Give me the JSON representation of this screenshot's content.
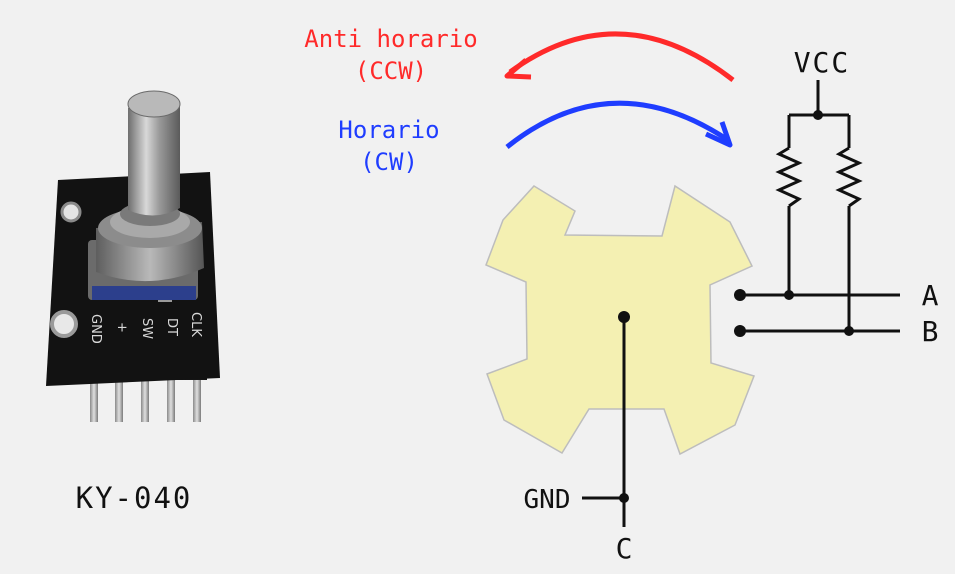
{
  "module": {
    "name": "KY-040",
    "pins": [
      "GND",
      "+",
      "SW",
      "DT",
      "CLK"
    ]
  },
  "rotation": {
    "ccw_label": "Anti horario",
    "ccw_abbr": "(CCW)",
    "cw_label": "Horario",
    "cw_abbr": "(CW)"
  },
  "schematic": {
    "vcc": "VCC",
    "out_a": "A",
    "out_b": "B",
    "gnd": "GND",
    "common": "C"
  },
  "colors": {
    "ccw": "#ff2a2a",
    "cw": "#1f3dff",
    "wheel": "#f4f0b2",
    "line": "#111111"
  }
}
